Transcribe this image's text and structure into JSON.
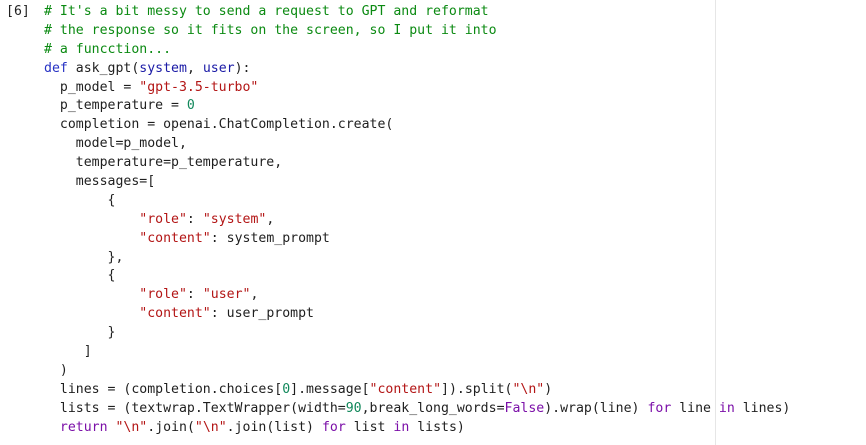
{
  "cell": {
    "execution_count": "[6]",
    "colors": {
      "comment": "#0b8a12",
      "keyword": "#7b0fa8",
      "def_keyword": "#2732c4",
      "string": "#b31515",
      "number": "#10875a",
      "plain": "#1f1f1f"
    },
    "lines": [
      [
        {
          "t": "comment",
          "v": "# It's a bit messy to send a request to GPT and reformat"
        }
      ],
      [
        {
          "t": "comment",
          "v": "# the response so it fits on the screen, so I put it into"
        }
      ],
      [
        {
          "t": "comment",
          "v": "# a funcction..."
        }
      ],
      [
        {
          "t": "def",
          "v": "def "
        },
        {
          "t": "plain",
          "v": "ask_gpt("
        },
        {
          "t": "param",
          "v": "system"
        },
        {
          "t": "plain",
          "v": ", "
        },
        {
          "t": "param",
          "v": "user"
        },
        {
          "t": "plain",
          "v": "):"
        }
      ],
      [
        {
          "t": "plain",
          "v": "  p_model = "
        },
        {
          "t": "string",
          "v": "\"gpt-3.5-turbo\""
        }
      ],
      [
        {
          "t": "plain",
          "v": "  p_temperature = "
        },
        {
          "t": "number",
          "v": "0"
        }
      ],
      [
        {
          "t": "plain",
          "v": "  completion = openai.ChatCompletion.create("
        }
      ],
      [
        {
          "t": "plain",
          "v": "    model=p_model,"
        }
      ],
      [
        {
          "t": "plain",
          "v": "    temperature=p_temperature,"
        }
      ],
      [
        {
          "t": "plain",
          "v": "    messages=["
        }
      ],
      [
        {
          "t": "plain",
          "v": "        {"
        }
      ],
      [
        {
          "t": "plain",
          "v": "            "
        },
        {
          "t": "string",
          "v": "\"role\""
        },
        {
          "t": "plain",
          "v": ": "
        },
        {
          "t": "string",
          "v": "\"system\""
        },
        {
          "t": "plain",
          "v": ","
        }
      ],
      [
        {
          "t": "plain",
          "v": "            "
        },
        {
          "t": "string",
          "v": "\"content\""
        },
        {
          "t": "plain",
          "v": ": system_prompt"
        }
      ],
      [
        {
          "t": "plain",
          "v": "        },"
        }
      ],
      [
        {
          "t": "plain",
          "v": "        {"
        }
      ],
      [
        {
          "t": "plain",
          "v": "            "
        },
        {
          "t": "string",
          "v": "\"role\""
        },
        {
          "t": "plain",
          "v": ": "
        },
        {
          "t": "string",
          "v": "\"user\""
        },
        {
          "t": "plain",
          "v": ","
        }
      ],
      [
        {
          "t": "plain",
          "v": "            "
        },
        {
          "t": "string",
          "v": "\"content\""
        },
        {
          "t": "plain",
          "v": ": user_prompt"
        }
      ],
      [
        {
          "t": "plain",
          "v": "        }"
        }
      ],
      [
        {
          "t": "plain",
          "v": "     ]"
        }
      ],
      [
        {
          "t": "plain",
          "v": "  )"
        }
      ],
      [
        {
          "t": "plain",
          "v": "  lines = (completion.choices["
        },
        {
          "t": "number",
          "v": "0"
        },
        {
          "t": "plain",
          "v": "].message["
        },
        {
          "t": "string",
          "v": "\"content\""
        },
        {
          "t": "plain",
          "v": "]).split("
        },
        {
          "t": "string",
          "v": "\"\\n\""
        },
        {
          "t": "plain",
          "v": ")"
        }
      ],
      [
        {
          "t": "plain",
          "v": "  lists = (textwrap.TextWrapper(width="
        },
        {
          "t": "number",
          "v": "90"
        },
        {
          "t": "plain",
          "v": ",break_long_words="
        },
        {
          "t": "keyword",
          "v": "False"
        },
        {
          "t": "plain",
          "v": ").wrap(line) "
        },
        {
          "t": "keyword",
          "v": "for"
        },
        {
          "t": "plain",
          "v": " line "
        },
        {
          "t": "keyword",
          "v": "in"
        },
        {
          "t": "plain",
          "v": " lines)"
        }
      ],
      [
        {
          "t": "plain",
          "v": "  "
        },
        {
          "t": "keyword",
          "v": "return"
        },
        {
          "t": "plain",
          "v": " "
        },
        {
          "t": "string",
          "v": "\"\\n\""
        },
        {
          "t": "plain",
          "v": ".join("
        },
        {
          "t": "string",
          "v": "\"\\n\""
        },
        {
          "t": "plain",
          "v": ".join(list) "
        },
        {
          "t": "keyword",
          "v": "for"
        },
        {
          "t": "plain",
          "v": " list "
        },
        {
          "t": "keyword",
          "v": "in"
        },
        {
          "t": "plain",
          "v": " lists)"
        }
      ]
    ]
  }
}
